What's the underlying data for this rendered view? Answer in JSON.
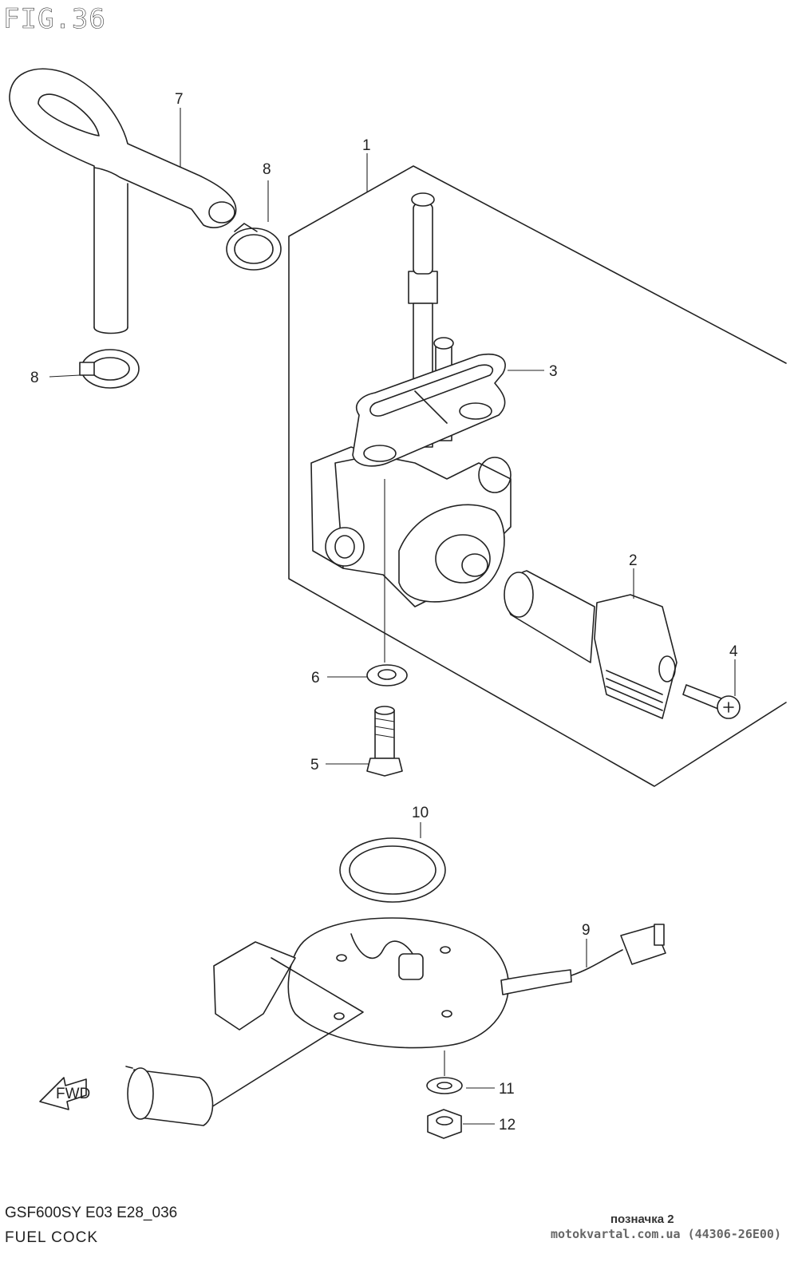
{
  "figure": {
    "title": "FIG.36",
    "model_code": "GSF600SY E03 E28_036",
    "section_name": "FUEL COCK",
    "mark_label": "позначка 2",
    "watermark": "motokvartal.com.ua (44306-26E00)"
  },
  "callouts": {
    "c1": "1",
    "c2": "2",
    "c3": "3",
    "c4": "4",
    "c5": "5",
    "c6": "6",
    "c7": "7",
    "c8a": "8",
    "c8b": "8",
    "c9": "9",
    "c10": "10",
    "c11": "11",
    "c12": "12"
  },
  "fwd_label": "FWD",
  "colors": {
    "line": "#222222",
    "background": "#ffffff"
  }
}
